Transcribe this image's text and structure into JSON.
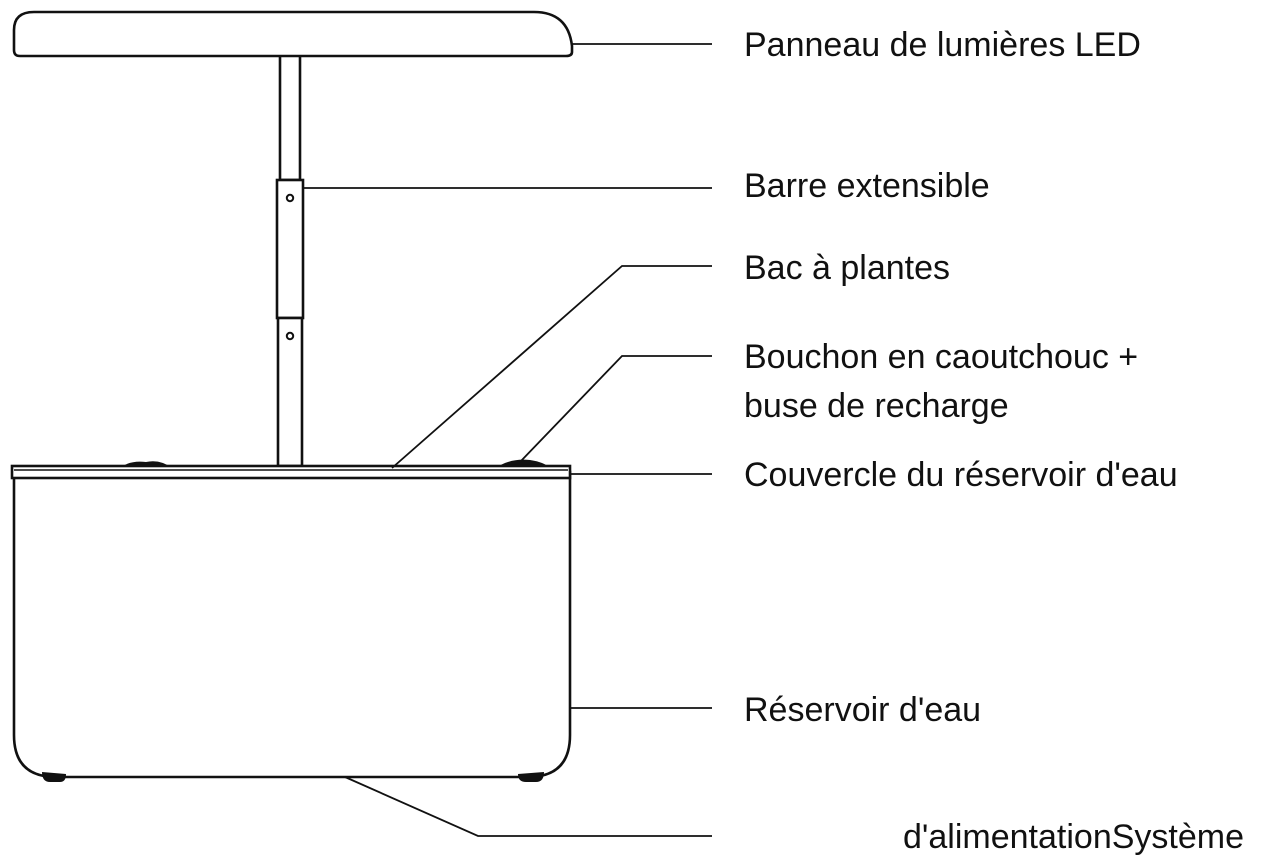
{
  "diagram": {
    "labels": {
      "led_panel": "Panneau de lumières LED",
      "extendable_bar": "Barre extensible",
      "plant_tray": "Bac à plantes",
      "rubber_plug_line1": "Bouchon en caoutchouc +",
      "rubber_plug_line2": "buse de recharge",
      "tank_lid": "Couvercle du réservoir d'eau",
      "water_tank": "Réservoir d'eau",
      "power_system": "d'alimentationSystème"
    }
  }
}
